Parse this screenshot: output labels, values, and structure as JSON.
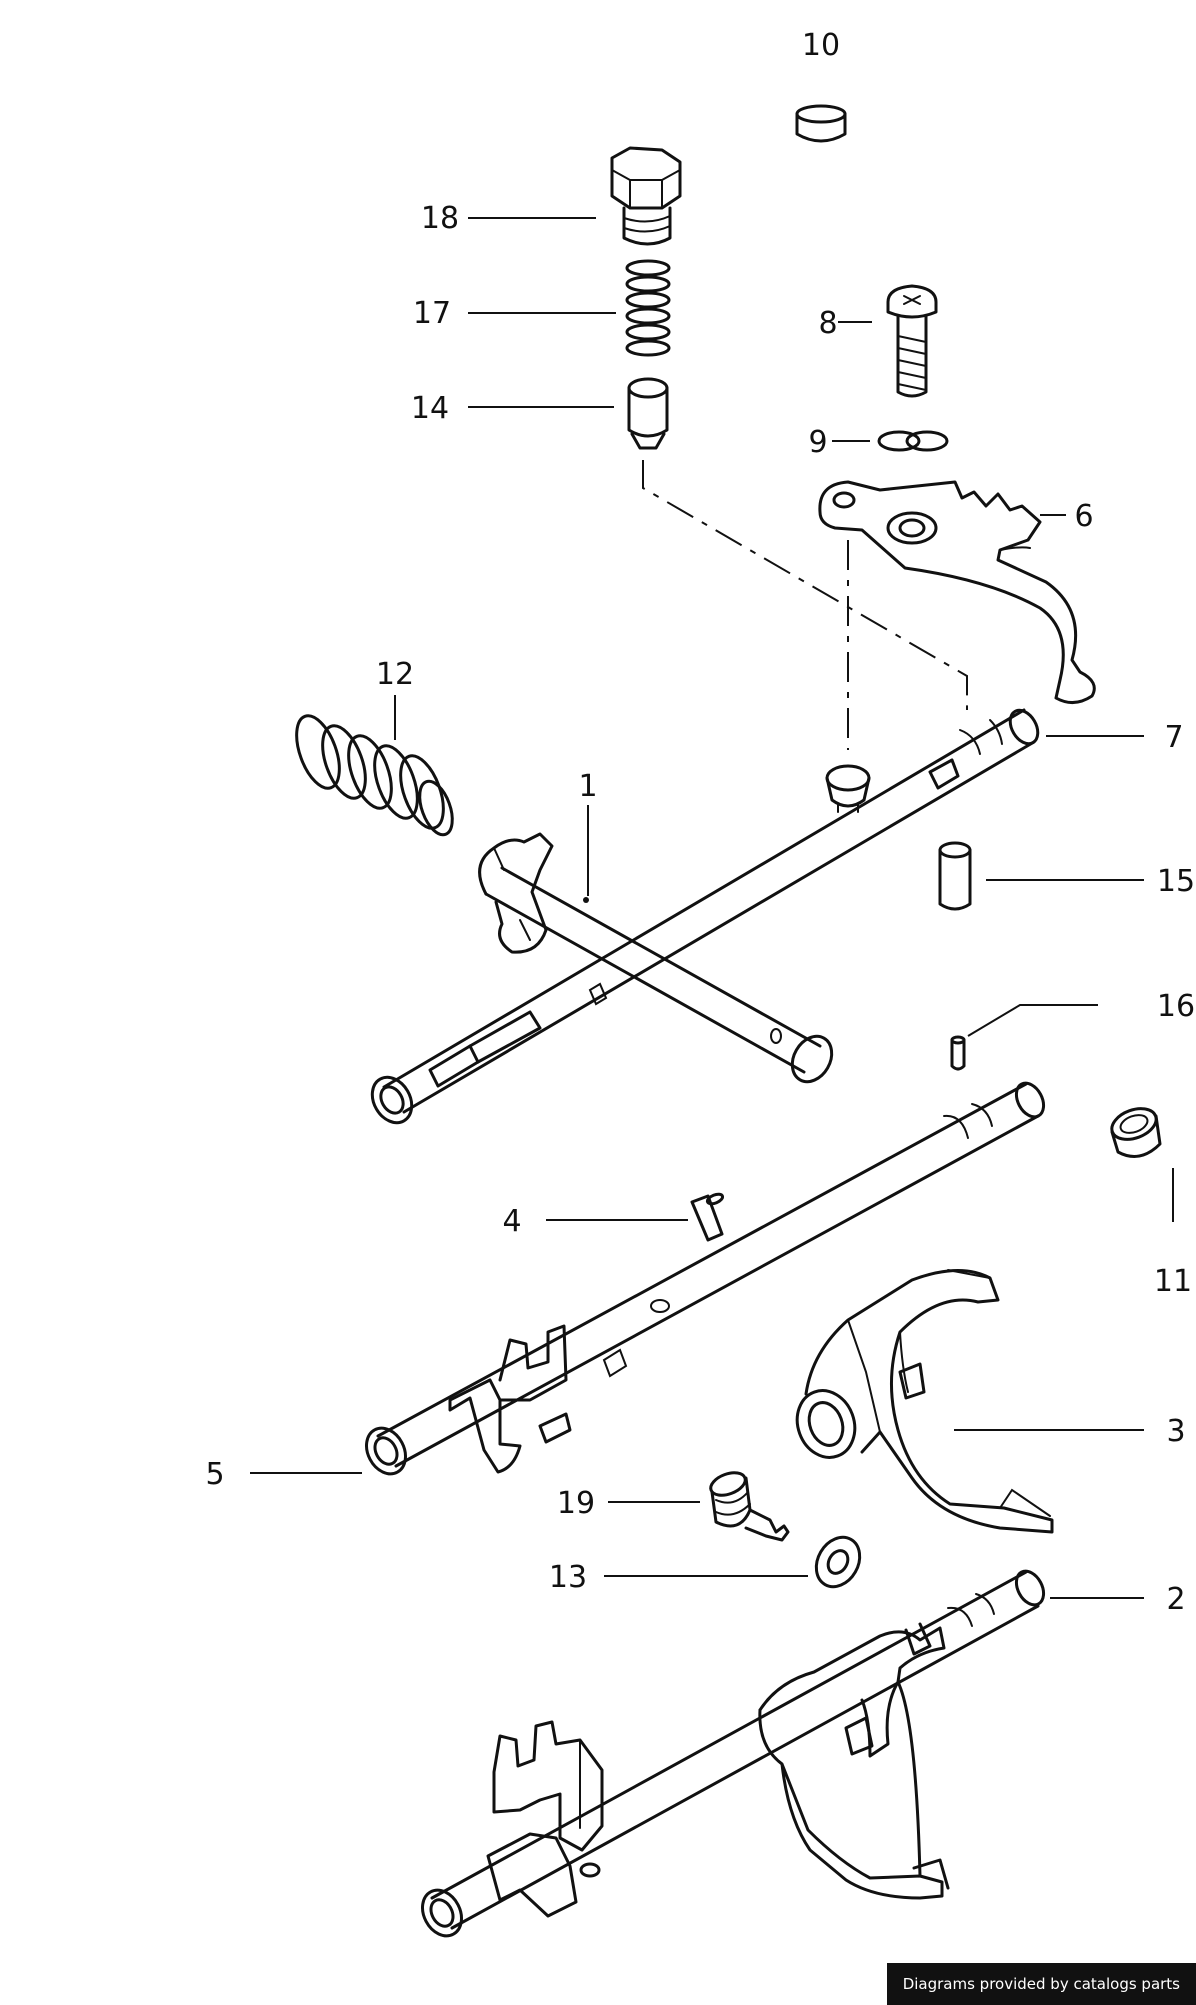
{
  "labels": {
    "p1": "1",
    "p2": "2",
    "p3": "3",
    "p4": "4",
    "p5": "5",
    "p6": "6",
    "p7": "7",
    "p8": "8",
    "p9": "9",
    "p10": "10",
    "p11": "11",
    "p12": "12",
    "p13": "13",
    "p14": "14",
    "p15": "15",
    "p16": "16",
    "p17": "17",
    "p18": "18",
    "p19": "19"
  },
  "credit": "Diagrams provided by catalogs parts"
}
